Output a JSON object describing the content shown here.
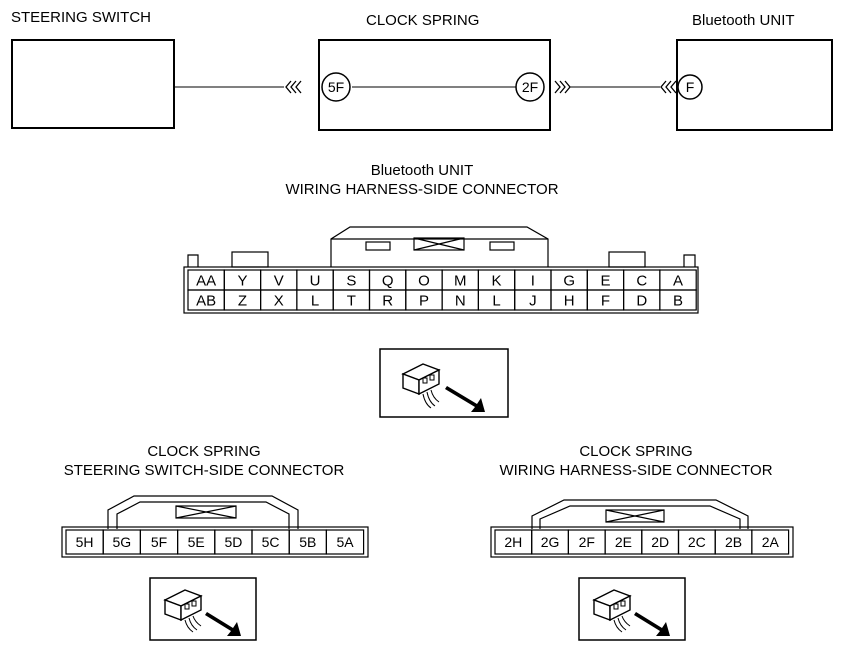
{
  "top_diagram": {
    "steering_switch_label": "STEERING SWITCH",
    "clock_spring_label": "CLOCK SPRING",
    "bluetooth_unit_label": "Bluetooth UNIT",
    "pin_5f": "5F",
    "pin_2f": "2F",
    "pin_f": "F"
  },
  "bt_connector": {
    "title_line1": "Bluetooth UNIT",
    "title_line2": "WIRING HARNESS-SIDE CONNECTOR",
    "top_row": [
      "AA",
      "Y",
      "V",
      "U",
      "S",
      "Q",
      "O",
      "M",
      "K",
      "I",
      "G",
      "E",
      "C",
      "A"
    ],
    "bottom_row": [
      "AB",
      "Z",
      "X",
      "L",
      "T",
      "R",
      "P",
      "N",
      "L",
      "J",
      "H",
      "F",
      "D",
      "B"
    ]
  },
  "cs_steering_connector": {
    "title_line1": "CLOCK SPRING",
    "title_line2": "STEERING SWITCH-SIDE CONNECTOR",
    "pins": [
      "5H",
      "5G",
      "5F",
      "5E",
      "5D",
      "5C",
      "5B",
      "5A"
    ]
  },
  "cs_harness_connector": {
    "title_line1": "CLOCK SPRING",
    "title_line2": "WIRING HARNESS-SIDE CONNECTOR",
    "pins": [
      "2H",
      "2G",
      "2F",
      "2E",
      "2D",
      "2C",
      "2B",
      "2A"
    ]
  }
}
